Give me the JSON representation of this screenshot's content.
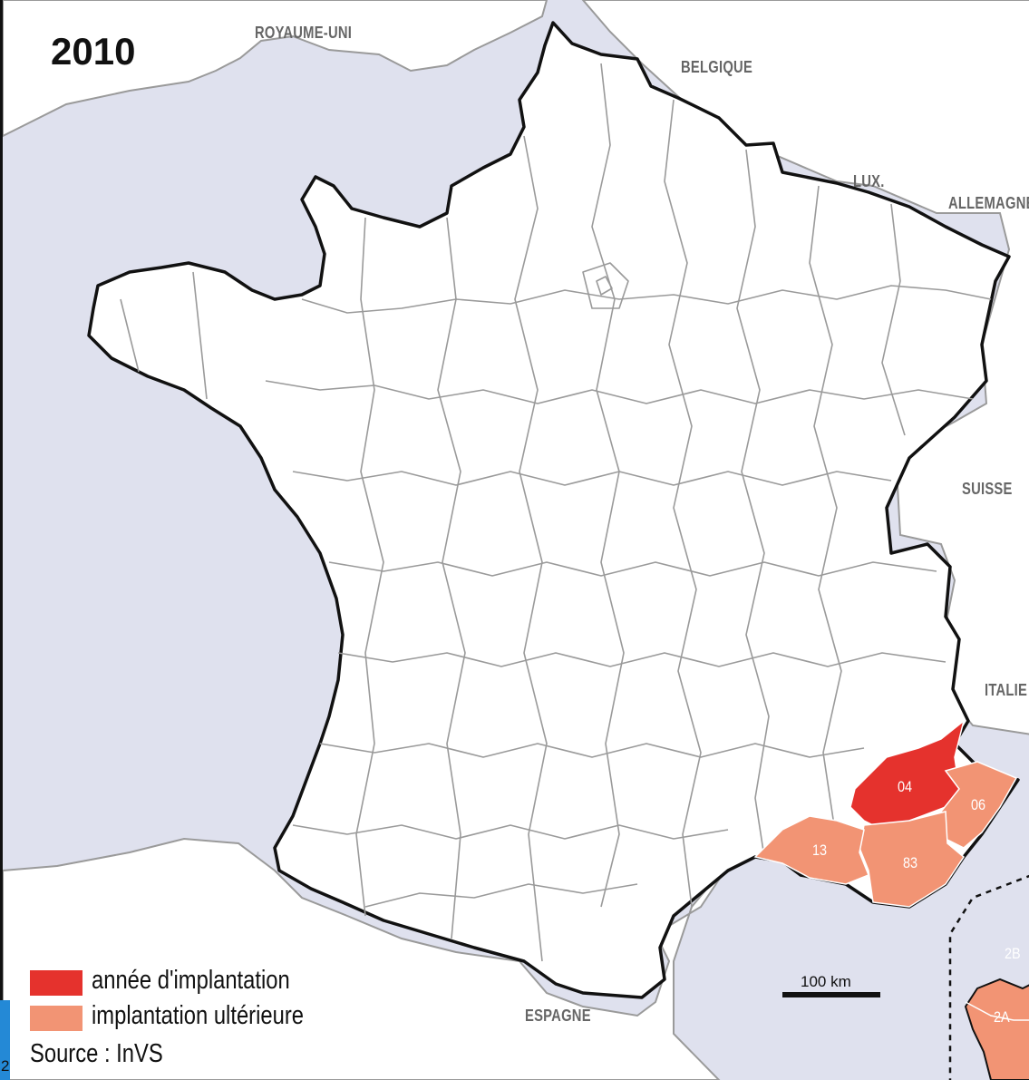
{
  "map": {
    "year": "2010",
    "countries": {
      "uk": "ROYAUME-UNI",
      "belgium": "BELGIQUE",
      "luxembourg": "LUX.",
      "germany": "ALLEMAGNE",
      "switzerland": "SUISSE",
      "italy": "ITALIE",
      "spain": "ESPAGNE"
    },
    "departments": {
      "d04": "04",
      "d06": "06",
      "d13": "13",
      "d83": "83",
      "d2b": "2B",
      "d2a": "2A"
    },
    "legend": {
      "implantation_year": "année d'implantation",
      "later_implantation": "implantation ultérieure"
    },
    "scale_bar": "100 km",
    "source": "Source : InVS",
    "page_number": "2"
  },
  "colors": {
    "sea": "#dfe1ee",
    "land": "#ffffff",
    "implantation_year": "#e5322d",
    "later_implantation": "#f29474",
    "border": "#111111",
    "dept_border": "#9a9a9a"
  }
}
